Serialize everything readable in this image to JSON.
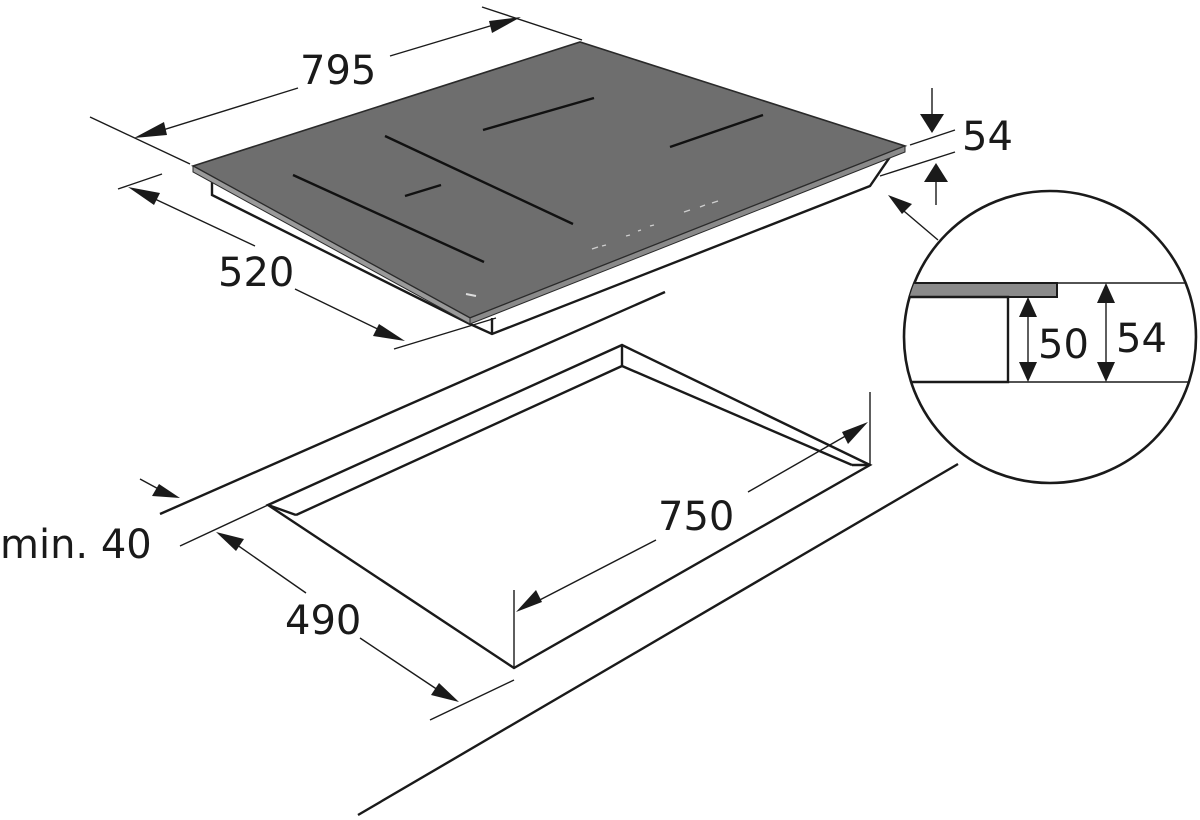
{
  "diagram": {
    "cooktop": {
      "width_label": "795",
      "depth_label": "520",
      "height_label": "54",
      "panel_color": "#6e6e6e"
    },
    "cutout": {
      "width_label": "750",
      "depth_label": "490",
      "min_edge_label": "min. 40"
    },
    "detail": {
      "inner_height_label": "50",
      "total_height_label": "54"
    }
  }
}
